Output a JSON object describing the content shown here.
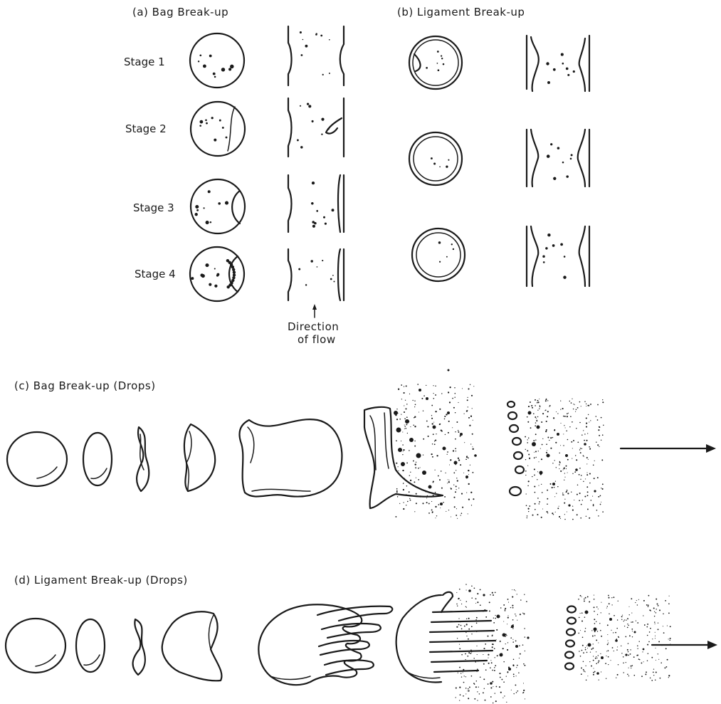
{
  "panels": {
    "a": {
      "title": "(a) Bag Break-up",
      "stages": [
        "Stage 1",
        "Stage 2",
        "Stage 3",
        "Stage 4"
      ],
      "flow_label_1": "Direction",
      "flow_label_2": "of flow"
    },
    "b": {
      "title": "(b) Ligament Break-up"
    },
    "c": {
      "title": "(c) Bag Break-up (Drops)"
    },
    "d": {
      "title": "(d) Ligament Break-up (Drops)"
    }
  },
  "colors": {
    "ink": "#1a1a1a",
    "paper": "#ffffff"
  }
}
